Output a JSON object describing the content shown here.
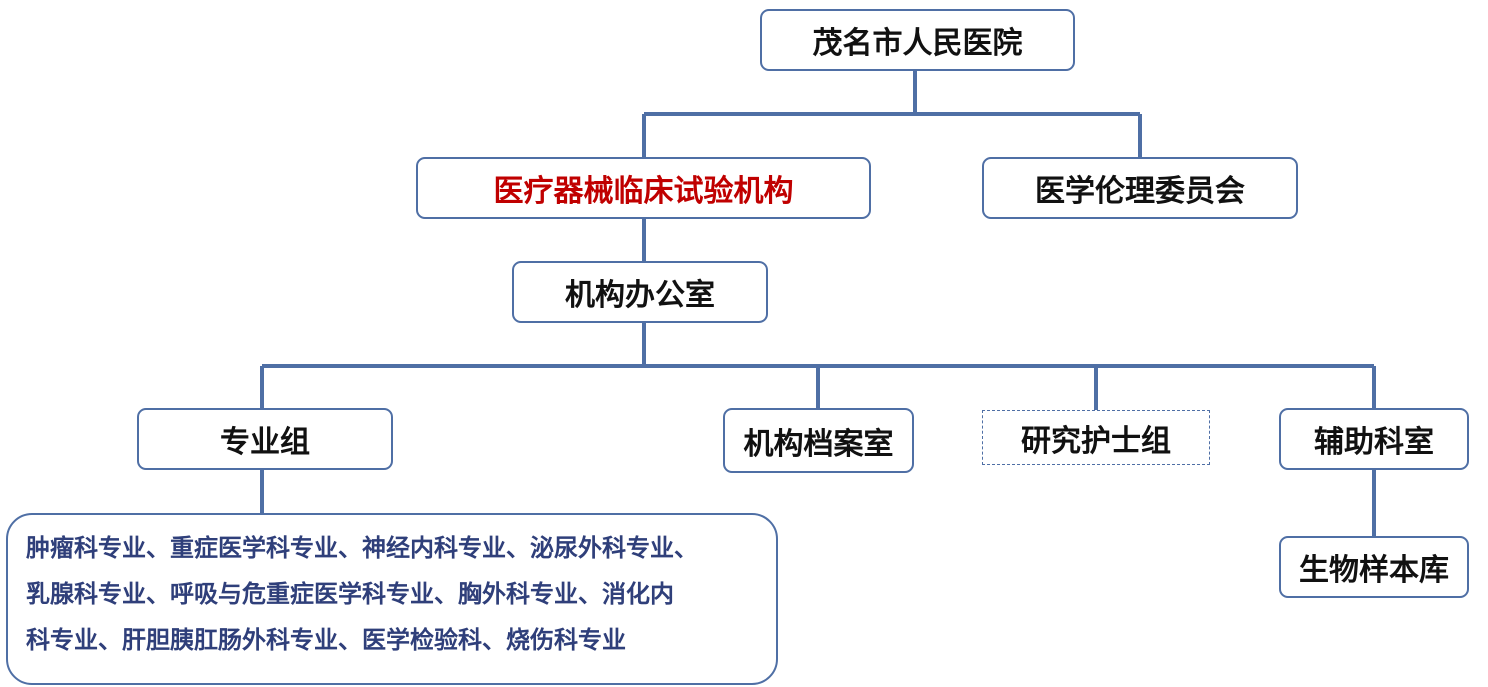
{
  "diagram": {
    "root": "茂名市人民医院",
    "institution": "医疗器械临床试验机构",
    "ethics": "医学伦理委员会",
    "office": "机构办公室",
    "specialty": "专业组",
    "archive": "机构档案室",
    "nurses": "研究护士组",
    "auxiliary": "辅助科室",
    "biobank": "生物样本库",
    "specialty_list": [
      "肿瘤科专业、重症医学科专业、神经内科专业、泌尿外科专业、",
      "乳腺科专业、呼吸与危重症医学科专业、胸外科专业、消化内",
      "科专业、肝胆胰肛肠外科专业、医学检验科、烧伤科专业"
    ],
    "colors": {
      "line": "#4f6fa5",
      "border": "#4f6fa5",
      "highlight_text": "#c00000",
      "list_text": "#2f3f7a"
    }
  }
}
